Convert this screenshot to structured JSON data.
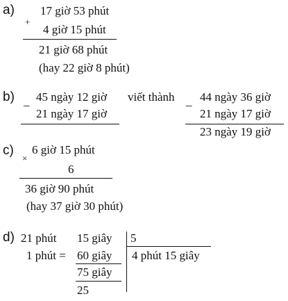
{
  "part_a": {
    "label": "a)",
    "op": "+",
    "line1": "17 giờ 53 phút",
    "line2": "4 giờ 15 phút",
    "result": "21 giờ 68 phút",
    "note": "(hay 22 giờ 8 phút)"
  },
  "part_b": {
    "label": "b)",
    "op_left": "_",
    "left_line1": "45 ngày 12 giờ",
    "left_line2": "21 ngày 17 giờ",
    "connector": "viết thành",
    "op_right": "_",
    "right_line1": "44 ngày 36 giờ",
    "right_line2": "21 ngày 17 giờ",
    "result": "23 ngày 19 giờ"
  },
  "part_c": {
    "label": "c)",
    "op": "×",
    "line1": "6 giờ 15 phút",
    "multiplier": "6",
    "result": "36 giờ 90 phút",
    "note": "(hay 37 giờ 30 phút)"
  },
  "part_d": {
    "label": "d)",
    "dividend_min": "21 phút",
    "dividend_sec": "15 giây",
    "divisor": "5",
    "convert_label": "1 phút =",
    "convert_value": "60 giây",
    "quotient": "4 phút 15 giây",
    "sum_sec": "75 giây",
    "remainder": "25"
  }
}
